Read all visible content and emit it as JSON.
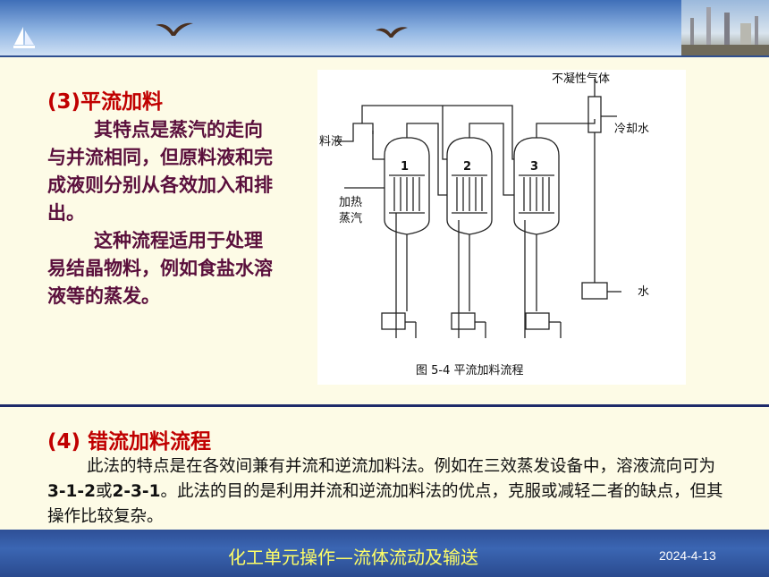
{
  "section3": {
    "heading": "(3)平流加料",
    "para1": "其特点是蒸汽的走向与并流相同，但原料液和完成液则分别从各效加入和排出。",
    "para2": "这种流程适用于处理易结晶物料，例如食盐水溶液等的蒸发。"
  },
  "figure": {
    "caption": "图 5-4    平流加料流程",
    "labels": {
      "noncondensable": "不凝性气体",
      "feed": "料液",
      "cooling_water": "冷却水",
      "heating_steam_1": "加热",
      "heating_steam_2": "蒸汽",
      "water": "水",
      "effect1": "1",
      "effect2": "2",
      "effect3": "3"
    }
  },
  "section4": {
    "heading": "(4) 错流加料流程",
    "text_a": "此法的特点是在各效间兼有并流和逆流加料法。例如在三效蒸发设备中，溶液流向可为",
    "text_bold": "3-1-2",
    "text_b": "或",
    "text_bold2": "2-3-1",
    "text_c": "。此法的目的是利用并流和逆流加料法的优点，克服或减轻二者的缺点，但其操作比较复杂。"
  },
  "footer": {
    "title": "化工单元操作—流体流动及输送",
    "date": "2024-4-13"
  }
}
